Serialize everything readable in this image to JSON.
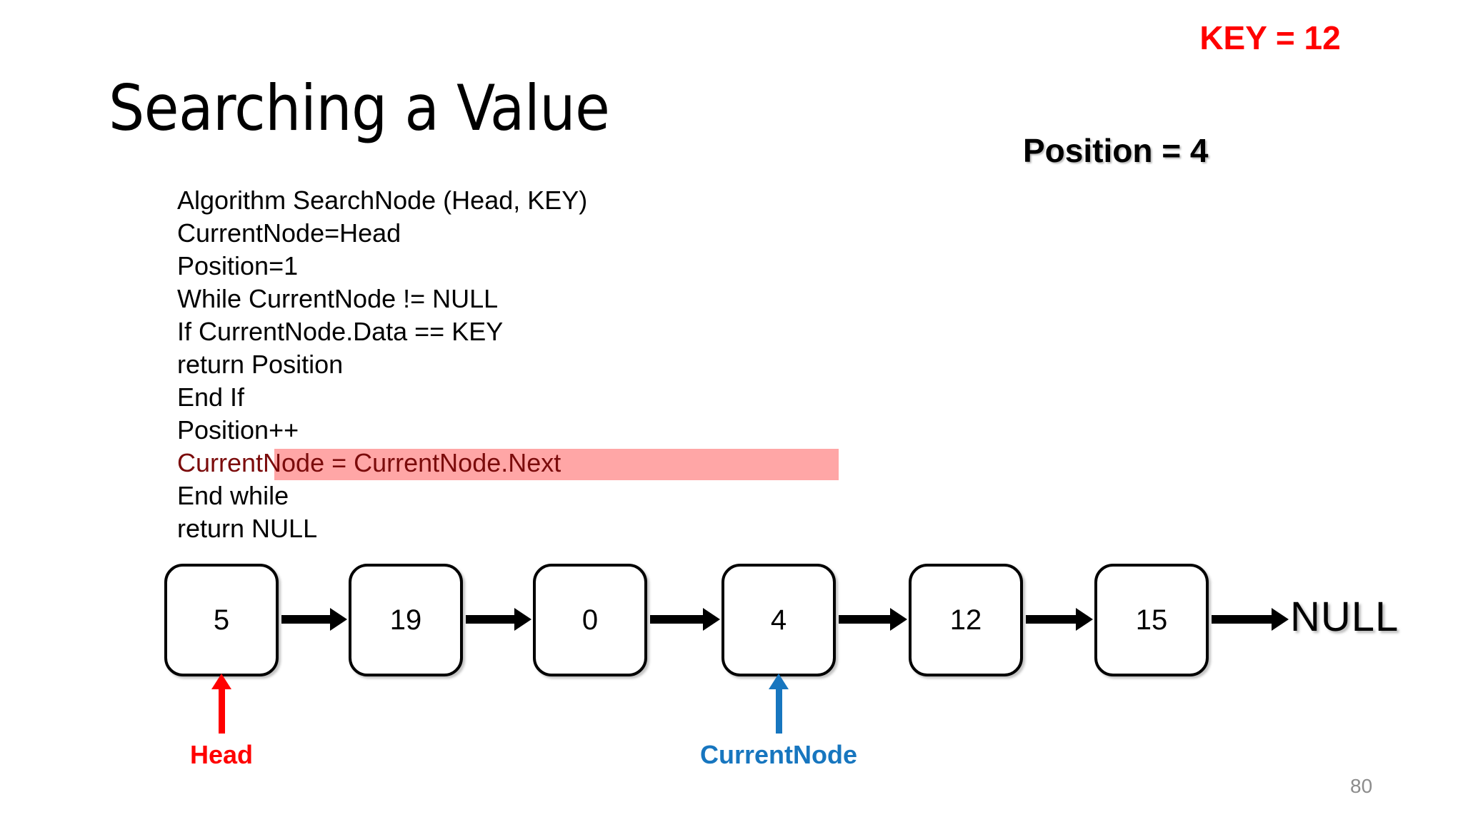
{
  "slide": {
    "title": "Searching a Value",
    "page_number": "80",
    "background_color": "#FFFFFF"
  },
  "state": {
    "key_label": "KEY = 12",
    "key_color": "#FF0000",
    "position_label": "Position = 4",
    "position_color": "#000000"
  },
  "algorithm": {
    "highlight_color": "#FFA6A6",
    "highlight_text_color": "#7B0B0B",
    "lines": [
      {
        "text": "Algorithm SearchNode (Head, KEY)",
        "indent": 0,
        "highlighted": false
      },
      {
        "text": "CurrentNode=Head",
        "indent": 1,
        "highlighted": false
      },
      {
        "text": "Position=1",
        "indent": 1,
        "highlighted": false
      },
      {
        "text": "While CurrentNode != NULL",
        "indent": 1,
        "highlighted": false
      },
      {
        "text": "If CurrentNode.Data == KEY",
        "indent": 2,
        "highlighted": false
      },
      {
        "text": "return Position",
        "indent": 3,
        "highlighted": false
      },
      {
        "text": "End If",
        "indent": 2,
        "highlighted": false
      },
      {
        "text": "Position++",
        "indent": 2,
        "highlighted": false
      },
      {
        "text": "CurrentNode = CurrentNode.Next",
        "indent": 2,
        "highlighted": true
      },
      {
        "text": "End while",
        "indent": 1,
        "highlighted": false
      },
      {
        "text": "return NULL",
        "indent": 1,
        "highlighted": false
      }
    ]
  },
  "linked_list": {
    "nodes": [
      {
        "value": "5"
      },
      {
        "value": "19"
      },
      {
        "value": "0"
      },
      {
        "value": "4"
      },
      {
        "value": "12"
      },
      {
        "value": "15"
      }
    ],
    "terminator": "NULL",
    "node_border_color": "#000000",
    "arrow_color": "#000000"
  },
  "pointers": {
    "head": {
      "label": "Head",
      "color": "#FF0000",
      "target_index": 0
    },
    "current": {
      "label": "CurrentNode",
      "color": "#1776BF",
      "target_index": 3
    }
  }
}
